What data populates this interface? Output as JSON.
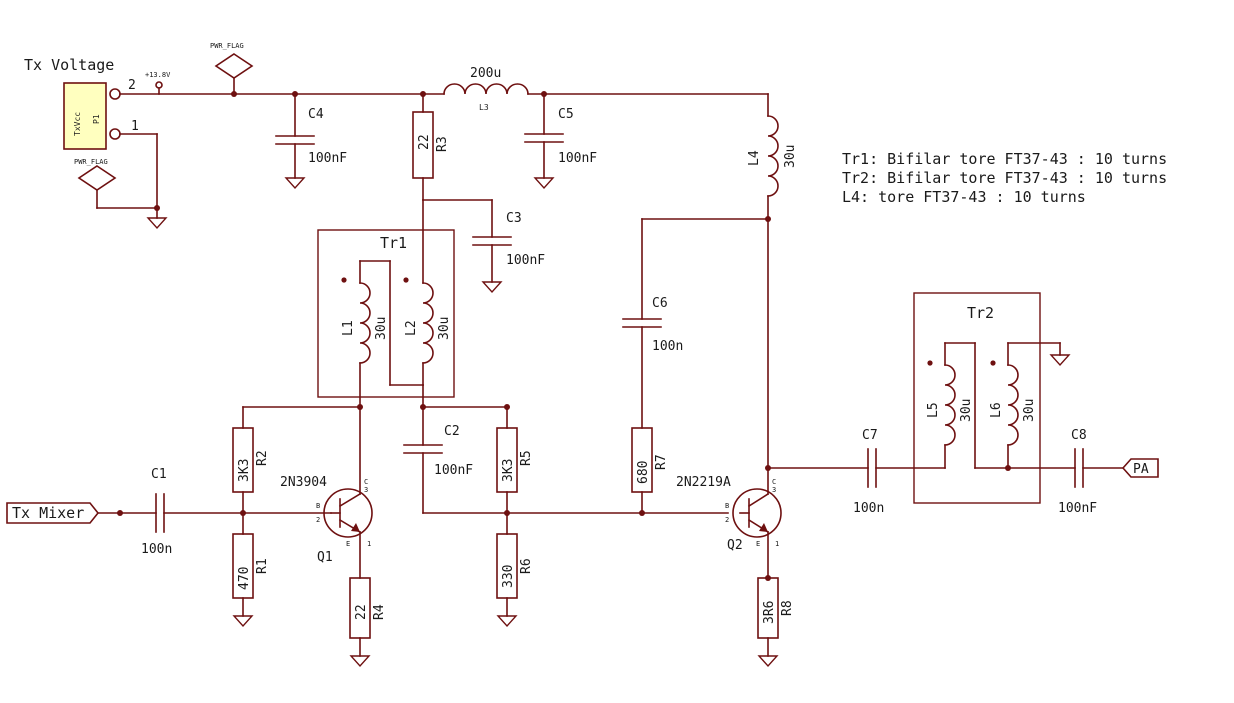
{
  "power": {
    "title": "Tx Voltage",
    "rail": "+13.8V",
    "flag": "PWR_FLAG",
    "connector": "P1",
    "connector_value": "TxVcc",
    "pin2": "2",
    "pin1": "1"
  },
  "notes": [
    "Tr1: Bifilar tore FT37-43 : 10 turns",
    "Tr2: Bifilar tore FT37-43 : 10 turns",
    "L4: tore  FT37-43 : 10 turns"
  ],
  "components": {
    "C1": {
      "ref": "C1",
      "value": "100n"
    },
    "C2": {
      "ref": "C2",
      "value": "100nF"
    },
    "C3": {
      "ref": "C3",
      "value": "100nF"
    },
    "C4": {
      "ref": "C4",
      "value": "100nF"
    },
    "C5": {
      "ref": "C5",
      "value": "100nF"
    },
    "C6": {
      "ref": "C6",
      "value": "100n"
    },
    "C7": {
      "ref": "C7",
      "value": "100n"
    },
    "C8": {
      "ref": "C8",
      "value": "100nF"
    },
    "R1": {
      "ref": "R1",
      "value": "470"
    },
    "R2": {
      "ref": "R2",
      "value": "3K3"
    },
    "R3": {
      "ref": "R3",
      "value": "22"
    },
    "R4": {
      "ref": "R4",
      "value": "22"
    },
    "R5": {
      "ref": "R5",
      "value": "3K3"
    },
    "R6": {
      "ref": "R6",
      "value": "330"
    },
    "R7": {
      "ref": "R7",
      "value": "680"
    },
    "R8": {
      "ref": "R8",
      "value": "3R6"
    },
    "L1": {
      "ref": "L1",
      "value": "30u"
    },
    "L2": {
      "ref": "L2",
      "value": "30u"
    },
    "L3": {
      "ref": "L3",
      "value": "200u"
    },
    "L4": {
      "ref": "L4",
      "value": "30u"
    },
    "L5": {
      "ref": "L5",
      "value": "30u"
    },
    "L6": {
      "ref": "L6",
      "value": "30u"
    },
    "Q1": {
      "ref": "Q1",
      "value": "2N3904"
    },
    "Q2": {
      "ref": "Q2",
      "value": "2N2219A"
    },
    "Tr1": {
      "ref": "Tr1"
    },
    "Tr2": {
      "ref": "Tr2"
    }
  },
  "ports": {
    "input": "Tx Mixer",
    "output": "PA"
  },
  "pins": {
    "b": "B",
    "c": "C",
    "e": "E",
    "n1": "1",
    "n2": "2",
    "n3": "3"
  }
}
